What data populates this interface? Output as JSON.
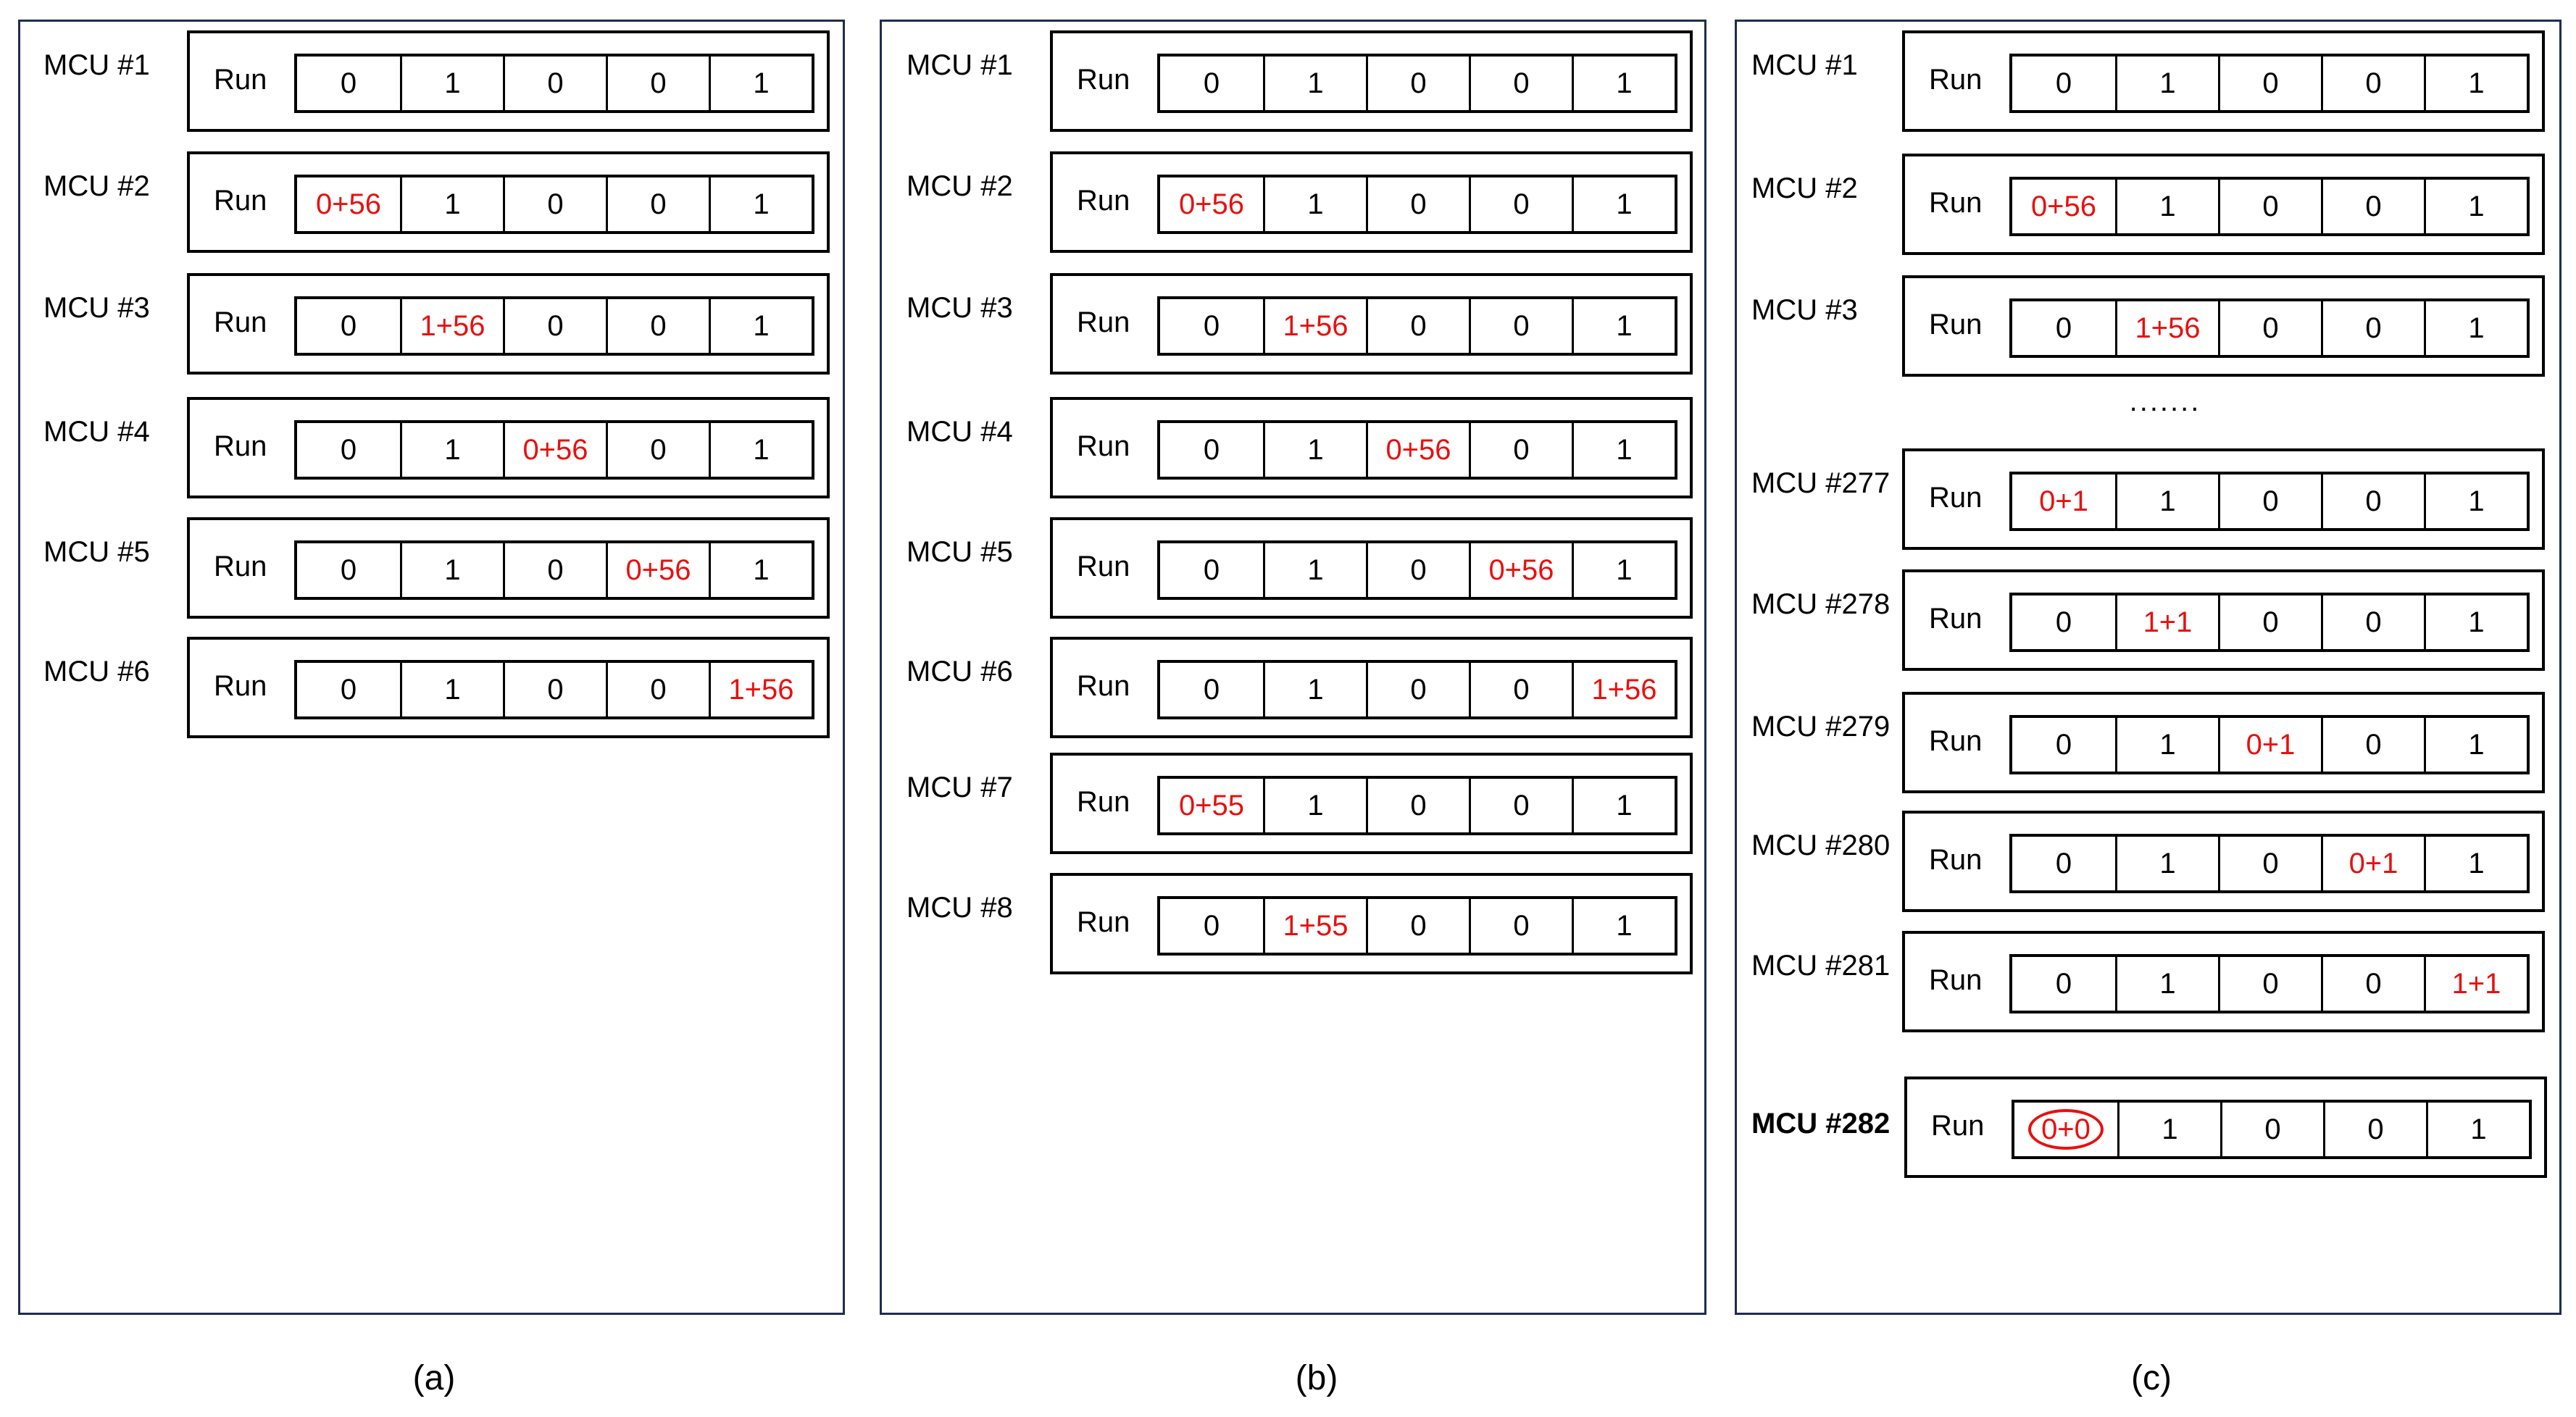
{
  "run_label": "Run",
  "captions": [
    "(a)",
    "(b)",
    "(c)"
  ],
  "ellipsis": ".......",
  "highlight_color": "#e8100f",
  "border_color": "#1f2d4d",
  "panels": [
    {
      "id": "a",
      "rows": [
        {
          "label": "MCU #1",
          "cells": [
            "0",
            "1",
            "0",
            "0",
            "1"
          ],
          "red": []
        },
        {
          "label": "MCU #2",
          "cells": [
            "0+56",
            "1",
            "0",
            "0",
            "1"
          ],
          "red": [
            0
          ]
        },
        {
          "label": "MCU #3",
          "cells": [
            "0",
            "1+56",
            "0",
            "0",
            "1"
          ],
          "red": [
            1
          ]
        },
        {
          "label": "MCU #4",
          "cells": [
            "0",
            "1",
            "0+56",
            "0",
            "1"
          ],
          "red": [
            2
          ]
        },
        {
          "label": "MCU #5",
          "cells": [
            "0",
            "1",
            "0",
            "0+56",
            "1"
          ],
          "red": [
            3
          ]
        },
        {
          "label": "MCU #6",
          "cells": [
            "0",
            "1",
            "0",
            "0",
            "1+56"
          ],
          "red": [
            4
          ]
        }
      ]
    },
    {
      "id": "b",
      "rows": [
        {
          "label": "MCU #1",
          "cells": [
            "0",
            "1",
            "0",
            "0",
            "1"
          ],
          "red": []
        },
        {
          "label": "MCU #2",
          "cells": [
            "0+56",
            "1",
            "0",
            "0",
            "1"
          ],
          "red": [
            0
          ]
        },
        {
          "label": "MCU #3",
          "cells": [
            "0",
            "1+56",
            "0",
            "0",
            "1"
          ],
          "red": [
            1
          ]
        },
        {
          "label": "MCU #4",
          "cells": [
            "0",
            "1",
            "0+56",
            "0",
            "1"
          ],
          "red": [
            2
          ]
        },
        {
          "label": "MCU #5",
          "cells": [
            "0",
            "1",
            "0",
            "0+56",
            "1"
          ],
          "red": [
            3
          ]
        },
        {
          "label": "MCU #6",
          "cells": [
            "0",
            "1",
            "0",
            "0",
            "1+56"
          ],
          "red": [
            4
          ]
        },
        {
          "label": "MCU #7",
          "cells": [
            "0+55",
            "1",
            "0",
            "0",
            "1"
          ],
          "red": [
            0
          ]
        },
        {
          "label": "MCU #8",
          "cells": [
            "0",
            "1+55",
            "0",
            "0",
            "1"
          ],
          "red": [
            1
          ]
        }
      ]
    },
    {
      "id": "c",
      "rows": [
        {
          "label": "MCU #1",
          "cells": [
            "0",
            "1",
            "0",
            "0",
            "1"
          ],
          "red": []
        },
        {
          "label": "MCU #2",
          "cells": [
            "0+56",
            "1",
            "0",
            "0",
            "1"
          ],
          "red": [
            0
          ]
        },
        {
          "label": "MCU #3",
          "cells": [
            "0",
            "1+56",
            "0",
            "0",
            "1"
          ],
          "red": [
            1
          ]
        },
        {
          "label": "MCU #277",
          "cells": [
            "0+1",
            "1",
            "0",
            "0",
            "1"
          ],
          "red": [
            0
          ]
        },
        {
          "label": "MCU #278",
          "cells": [
            "0",
            "1+1",
            "0",
            "0",
            "1"
          ],
          "red": [
            1
          ]
        },
        {
          "label": "MCU #279",
          "cells": [
            "0",
            "1",
            "0+1",
            "0",
            "1"
          ],
          "red": [
            2
          ]
        },
        {
          "label": "MCU #280",
          "cells": [
            "0",
            "1",
            "0",
            "0+1",
            "1"
          ],
          "red": [
            3
          ]
        },
        {
          "label": "MCU #281",
          "cells": [
            "0",
            "1",
            "0",
            "0",
            "1+1"
          ],
          "red": [
            4
          ]
        },
        {
          "label": "MCU #282",
          "cells": [
            "0+0",
            "1",
            "0",
            "0",
            "1"
          ],
          "red": [
            0
          ],
          "circled": 0,
          "bold": true
        }
      ]
    }
  ]
}
